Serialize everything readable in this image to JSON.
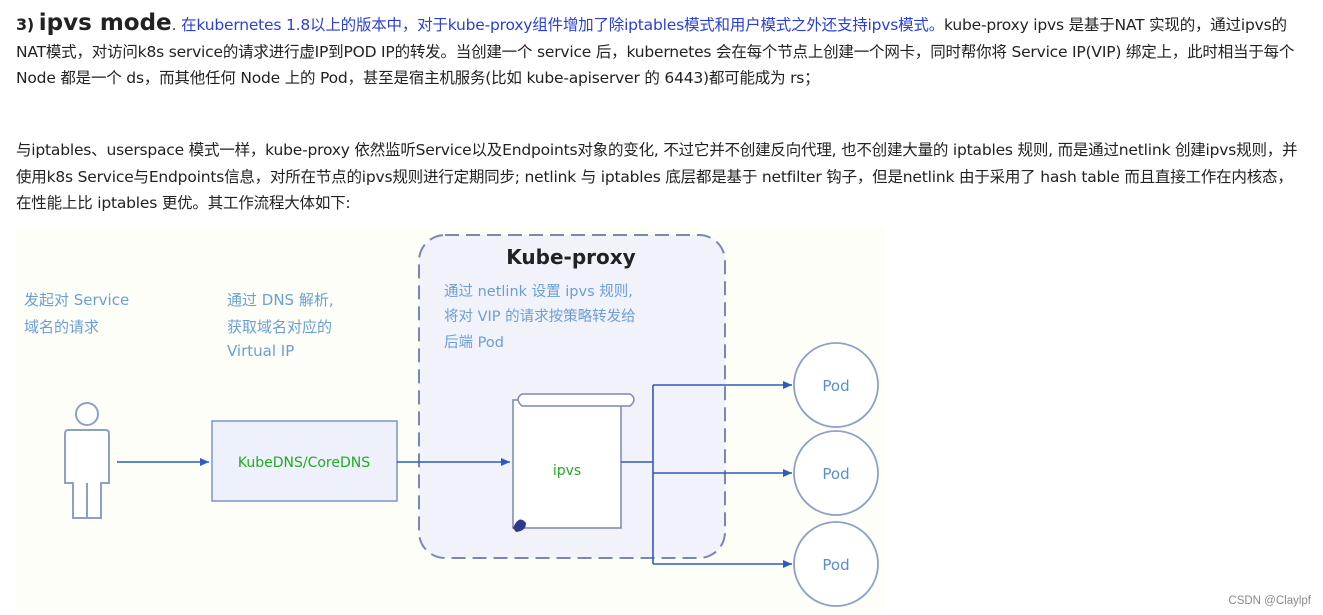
{
  "section": {
    "number": "3)",
    "title": "ipvs mode",
    "title_dot": ".",
    "intro_highlight": "在kubernetes 1.8以上的版本中，对于kube-proxy组件增加了除iptables模式和用户模式之外还支持ipvs模式。",
    "intro_rest": "kube-proxy ipvs 是基于NAT 实现的，通过ipvs的NAT模式，对访问k8s service的请求进行虚IP到POD IP的转发。当创建一个 service 后，kubernetes 会在每个节点上创建一个网卡，同时帮你将 Service IP(VIP) 绑定上，此时相当于每个 Node 都是一个 ds，而其他任何 Node 上的 Pod，甚至是宿主机服务(比如 kube-apiserver 的 6443)都可能成为 rs；",
    "paragraph2": "与iptables、userspace 模式一样，kube-proxy 依然监听Service以及Endpoints对象的变化, 不过它并不创建反向代理, 也不创建大量的 iptables 规则, 而是通过netlink 创建ipvs规则，并使用k8s Service与Endpoints信息，对所在节点的ipvs规则进行定期同步; netlink 与 iptables 底层都是基于 netfilter 钩子，但是netlink 由于采用了 hash table 而且直接工作在内核态，在性能上比 iptables 更优。其工作流程大体如下:"
  },
  "diagram": {
    "step1": [
      "发起对 Service",
      "域名的请求"
    ],
    "step2": [
      "通过 DNS 解析,",
      "获取域名对应的",
      "Virtual IP"
    ],
    "kube_proxy_title": "Kube-proxy",
    "kube_proxy_desc": [
      "通过 netlink 设置 ipvs 规则,",
      "将对 VIP 的请求按策略转发给",
      "后端 Pod"
    ],
    "dns_box": "KubeDNS/CoreDNS",
    "ipvs": "ipvs",
    "pods": [
      "Pod",
      "Pod",
      "Pod"
    ],
    "colors": {
      "step_text": "#6b9fd4",
      "green": "#22aa22",
      "blue_line": "#2f5bbd",
      "box_border": "#7b95c9",
      "box_fill": "#eef1fb"
    }
  },
  "watermark": "CSDN @Claylpf"
}
